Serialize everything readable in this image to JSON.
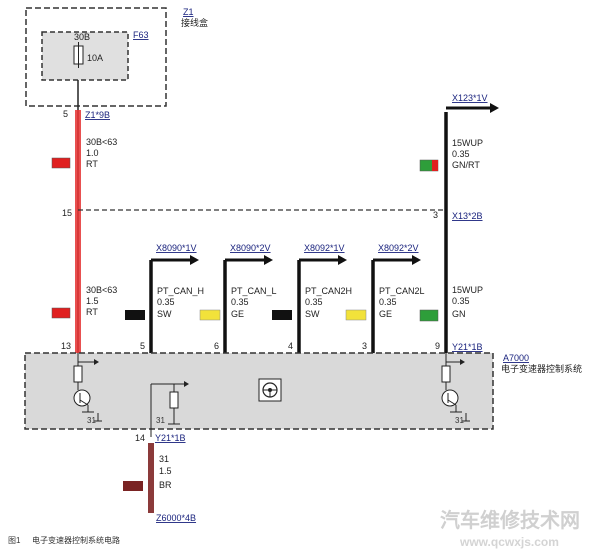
{
  "junction_box": {
    "id": "Z1",
    "name": "接线盒"
  },
  "fuse": {
    "id": "F63",
    "terminal": "30B",
    "rating": "10A"
  },
  "ecu": {
    "id": "A7000",
    "name": "电子变速器控制系统"
  },
  "wires": {
    "w30_top": {
      "circuit": "30B<63",
      "gauge": "1.0",
      "color": "RT",
      "swatch": "#e02020"
    },
    "w30_mid": {
      "circuit": "30B<63",
      "gauge": "1.5",
      "color": "RT",
      "swatch": "#e02020"
    },
    "canh1": {
      "circuit": "PT_CAN_H",
      "gauge": "0.35",
      "color": "SW",
      "swatch": "#111111"
    },
    "canl1": {
      "circuit": "PT_CAN_L",
      "gauge": "0.35",
      "color": "GE",
      "swatch": "#f2e23a"
    },
    "canh2": {
      "circuit": "PT_CAN2H",
      "gauge": "0.35",
      "color": "SW",
      "swatch": "#111111"
    },
    "canl2": {
      "circuit": "PT_CAN2L",
      "gauge": "0.35",
      "color": "GE",
      "swatch": "#f2e23a"
    },
    "wup_top": {
      "circuit": "15WUP",
      "gauge": "0.35",
      "color": "GN/RT"
    },
    "wup_mid": {
      "circuit": "15WUP",
      "gauge": "0.35",
      "color": "GN",
      "swatch": "#2e9e3a"
    },
    "gnd": {
      "circuit": "31",
      "gauge": "1.5",
      "color": "BR",
      "swatch": "#7a2323"
    }
  },
  "connectors": {
    "z1_9b": "Z1*9B",
    "x123": "X123*1V",
    "x13": "X13*2B",
    "x8090_1": "X8090*1V",
    "x8090_2": "X8090*2V",
    "x8092_1": "X8092*1V",
    "x8092_2": "X8092*2V",
    "y21_1b_top": "Y21*1B",
    "y21_1b_bottom": "Y21*1B",
    "z6000": "Z6000*4B"
  },
  "pins": {
    "p5_top": "5",
    "p15": "15",
    "p3_right": "3",
    "p13": "13",
    "p5": "5",
    "p6": "6",
    "p4": "4",
    "p3": "3",
    "p9": "9",
    "p14": "14",
    "gnd_left": "31",
    "gnd_mid": "31",
    "gnd_right": "31"
  },
  "caption": {
    "fig": "图1",
    "text": "电子变速器控制系统电路"
  },
  "watermark": {
    "cn": "汽车维修技术网",
    "url": "www.qcwxjs.com"
  }
}
